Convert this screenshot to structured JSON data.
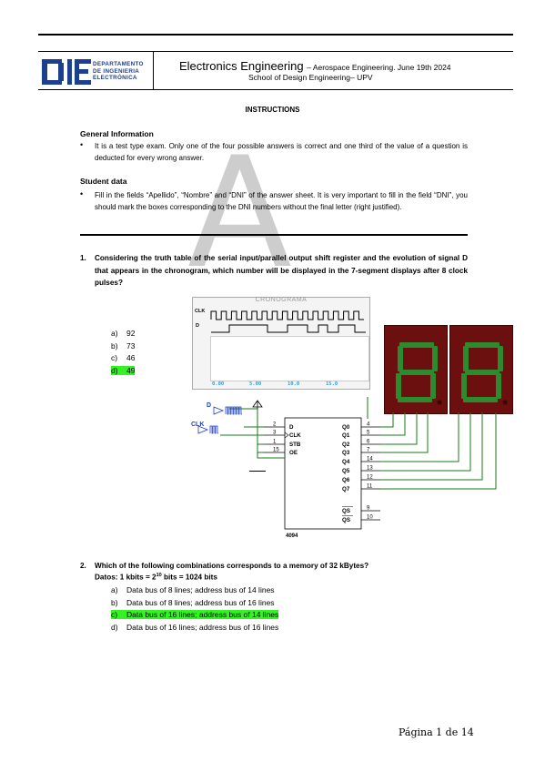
{
  "header": {
    "dept_line1": "DEPARTAMENTO",
    "dept_line2": "DE INGENIERIA",
    "dept_line3": "ELECTRÓNICA",
    "title": "Electronics Engineering",
    "subtitle": "– Aerospace Engineering. June 19th 2024",
    "school": "School of Design Engineering– UPV"
  },
  "watermark": "A",
  "instructions": {
    "title": "INSTRUCTIONS",
    "general_heading": "General Information",
    "general_text": "It is a test type exam. Only one of the four possible answers is correct and one third of the value of a question is deducted for every wrong answer.",
    "student_heading": "Student data",
    "student_text": "Fill in the fields “Apellido”, “Nombre” and “DNI” of the answer sheet. It is very important to fill in the field “DNI”, you should mark the boxes corresponding to the DNI numbers without the final letter (right justified)."
  },
  "q1": {
    "number": "1.",
    "text": "Considering the truth table of the serial input/parallel output shift register and the evolution of signal D that appears in the chronogram, which number will be displayed in the 7-segment displays after 8 clock pulses?",
    "options": [
      {
        "letter": "a)",
        "text": "92",
        "correct": false
      },
      {
        "letter": "b)",
        "text": "73",
        "correct": false
      },
      {
        "letter": "c)",
        "text": "46",
        "correct": false
      },
      {
        "letter": "d)",
        "text": "49",
        "correct": true
      }
    ],
    "chronogram": {
      "title": "CRONOGRAMA",
      "clk_label": "CLK",
      "d_label": "D",
      "time_ticks": [
        "0.00",
        "5.00",
        "10.0",
        "15.0"
      ]
    },
    "circuit": {
      "chip_name": "4094",
      "inputs": [
        {
          "label": "D",
          "pin": "2"
        },
        {
          "label": "CLK",
          "pin": "3"
        },
        {
          "label": "STB",
          "pin": "1"
        },
        {
          "label": "OE",
          "pin": "15"
        }
      ],
      "outputs": [
        {
          "label": "Q0",
          "pin": "4"
        },
        {
          "label": "Q1",
          "pin": "5"
        },
        {
          "label": "Q2",
          "pin": "6"
        },
        {
          "label": "Q3",
          "pin": "7"
        },
        {
          "label": "Q4",
          "pin": "14"
        },
        {
          "label": "Q5",
          "pin": "13"
        },
        {
          "label": "Q6",
          "pin": "12"
        },
        {
          "label": "Q7",
          "pin": "11"
        },
        {
          "label": "QS",
          "pin": "9"
        },
        {
          "label": "QS",
          "pin": "10"
        }
      ],
      "source_d": "D",
      "source_clk": "CLK",
      "display_digits": [
        "8",
        "8"
      ]
    }
  },
  "q2": {
    "number": "2.",
    "text": "Which of the following combinations corresponds to a memory of 32 kBytes?",
    "datos_prefix": "Datos: 1 kbits = 2",
    "datos_exp": "10",
    "datos_suffix": " bits = 1024 bits",
    "options": [
      {
        "letter": "a)",
        "text": "Data bus of 8 lines; address bus of 14 lines",
        "correct": false
      },
      {
        "letter": "b)",
        "text": "Data bus of 8 lines; address bus of 16 lines",
        "correct": false
      },
      {
        "letter": "c)",
        "text": "Data bus of 16 lines; address bus of 14 lines",
        "correct": true
      },
      {
        "letter": "d)",
        "text": "Data bus of 16 lines; address bus of 16 lines",
        "correct": false
      }
    ]
  },
  "footer": {
    "page": "Página 1 de 14"
  },
  "colors": {
    "highlight": "#35f224",
    "wire": "#1a7a1a",
    "display_bg": "#6b0f0f",
    "segment": "#2e8a2e"
  }
}
